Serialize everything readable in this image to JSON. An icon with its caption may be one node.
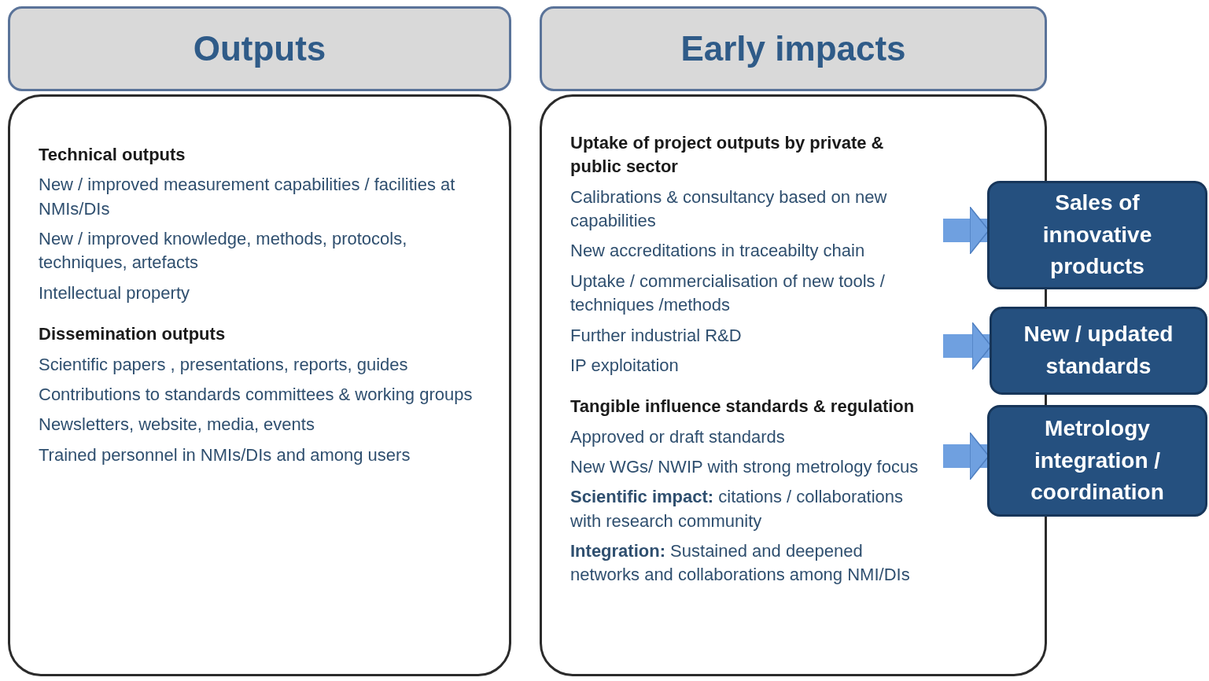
{
  "diagram": {
    "nodes": [
      {
        "text": [
          "Outputs"
        ]
      },
      {
        "text": [
          "Technical outputs",
          "New / improved measurement capabilities / facilities at NMIs/DIs",
          "New / improved knowledge, methods, protocols, techniques, artefacts",
          "Intellectual property",
          "Dissemination outputs",
          "Scientific papers , presentations, reports, guides",
          "Contributions to standards committees & working groups",
          "Newsletters, website, media, events",
          "Trained personnel in NMIs/DIs and among users"
        ]
      },
      {
        "text": [
          "Early impacts"
        ]
      },
      {
        "text": [
          "Uptake of project outputs by private & public sector",
          "Calibrations & consultancy based on new capabilities",
          "New accreditations in traceabilty chain",
          "Uptake / commercialisation of new tools / techniques /methods",
          "Further industrial R&D",
          "IP exploitation",
          "Tangible influence standards & regulation",
          "Approved or draft standards",
          "New WGs/ NWIP with strong metrology focus",
          "**Scientific impact:** citations / collaborations with research community",
          "**Integration:** Sustained and deepened networks and collaborations among NMI/DIs"
        ]
      },
      {
        "text": [
          "Sales of innovative products"
        ]
      },
      {
        "text": [
          "New / updated standards"
        ]
      },
      {
        "text": [
          "Metrology integration / coordination"
        ]
      }
    ],
    "edges": [
      {
        "from": 3,
        "to": 4,
        "arrow": "to"
      },
      {
        "from": 3,
        "to": 5,
        "arrow": "to"
      },
      {
        "from": 3,
        "to": 6,
        "arrow": "to"
      }
    ]
  }
}
